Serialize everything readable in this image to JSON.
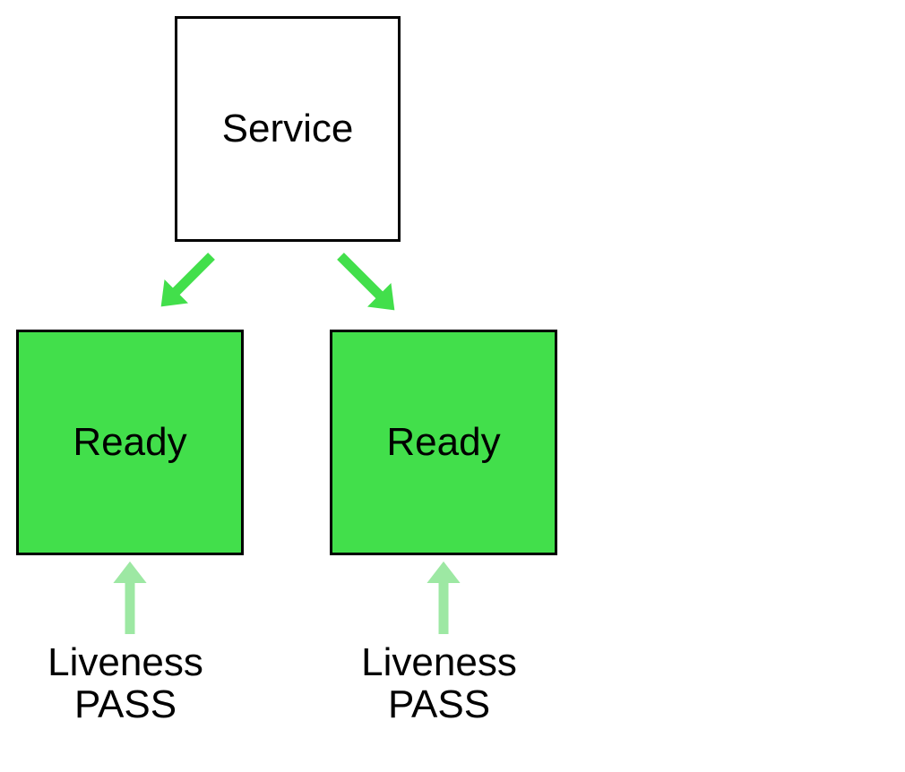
{
  "diagram": {
    "nodes": {
      "service": {
        "label": "Service"
      },
      "pod_left": {
        "label": "Ready"
      },
      "pod_right": {
        "label": "Ready"
      }
    },
    "captions": {
      "liveness_left": {
        "line1": "Liveness",
        "line2": "PASS"
      },
      "liveness_right": {
        "line1": "Liveness",
        "line2": "PASS"
      }
    }
  },
  "colors": {
    "canvas_bg": "#ffffff",
    "service_fill": "#ffffff",
    "ready_fill": "#42df4b",
    "arrow_green": "#42df4b",
    "arrow_light_green": "#9de8a3",
    "node_border": "#000000",
    "text_color": "#000000"
  }
}
